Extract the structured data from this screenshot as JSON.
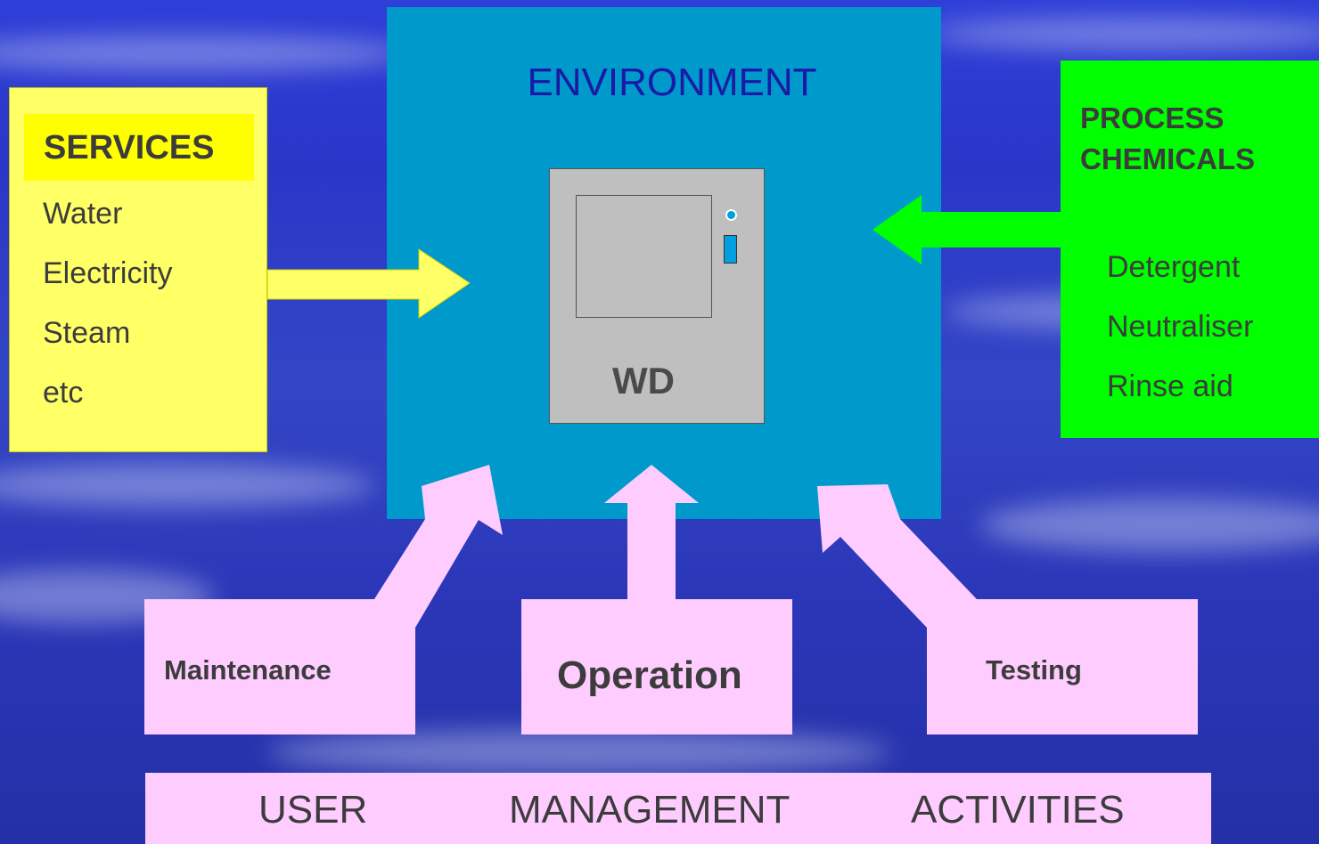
{
  "environment": {
    "title": "ENVIRONMENT"
  },
  "machine": {
    "label": "WD"
  },
  "services": {
    "heading": "SERVICES",
    "items": [
      "Water",
      "Electricity",
      "Steam",
      "etc"
    ]
  },
  "chemicals": {
    "heading_line1": "PROCESS",
    "heading_line2": "CHEMICALS",
    "items": [
      "Detergent",
      "Neutraliser",
      "Rinse aid"
    ]
  },
  "activities": {
    "maintenance": "Maintenance",
    "operation": "Operation",
    "testing": "Testing"
  },
  "footer": {
    "words": [
      "USER",
      "MANAGEMENT",
      "ACTIVITIES"
    ]
  },
  "colors": {
    "environment": "#0099cc",
    "services": "#ffff66",
    "chemicals": "#00ff00",
    "activity": "#ffccff",
    "machine": "#bfbfbf"
  }
}
